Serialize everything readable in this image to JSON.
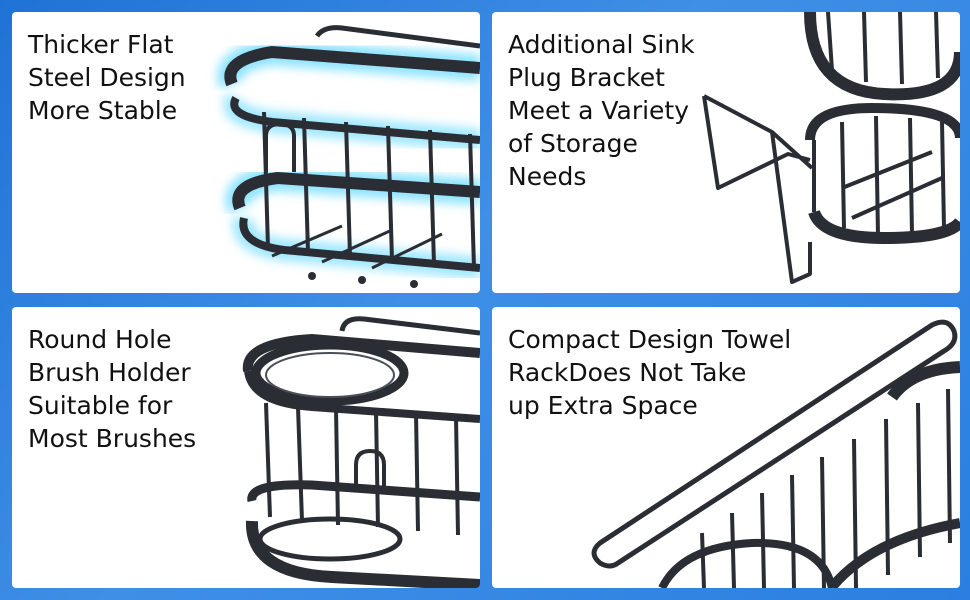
{
  "panels": [
    {
      "id": "thicker-flat-steel",
      "caption_lines": [
        "Thicker Flat",
        "Steel Design",
        "More Stable"
      ]
    },
    {
      "id": "sink-plug-bracket",
      "caption_lines": [
        "Additional Sink",
        "Plug Bracket",
        "Meet a Variety",
        "of Storage",
        "Needs"
      ]
    },
    {
      "id": "round-hole-brush-holder",
      "caption_lines": [
        "Round Hole",
        "Brush Holder",
        "Suitable for",
        "Most Brushes"
      ]
    },
    {
      "id": "compact-towel-rack",
      "caption_lines": [
        "Compact Design Towel",
        "RackDoes Not Take",
        "up Extra Space"
      ]
    }
  ],
  "colors": {
    "background": "#2a7fe0",
    "panel": "#ffffff",
    "steel": "#2a2d33",
    "glow": "#3fd0ff"
  }
}
